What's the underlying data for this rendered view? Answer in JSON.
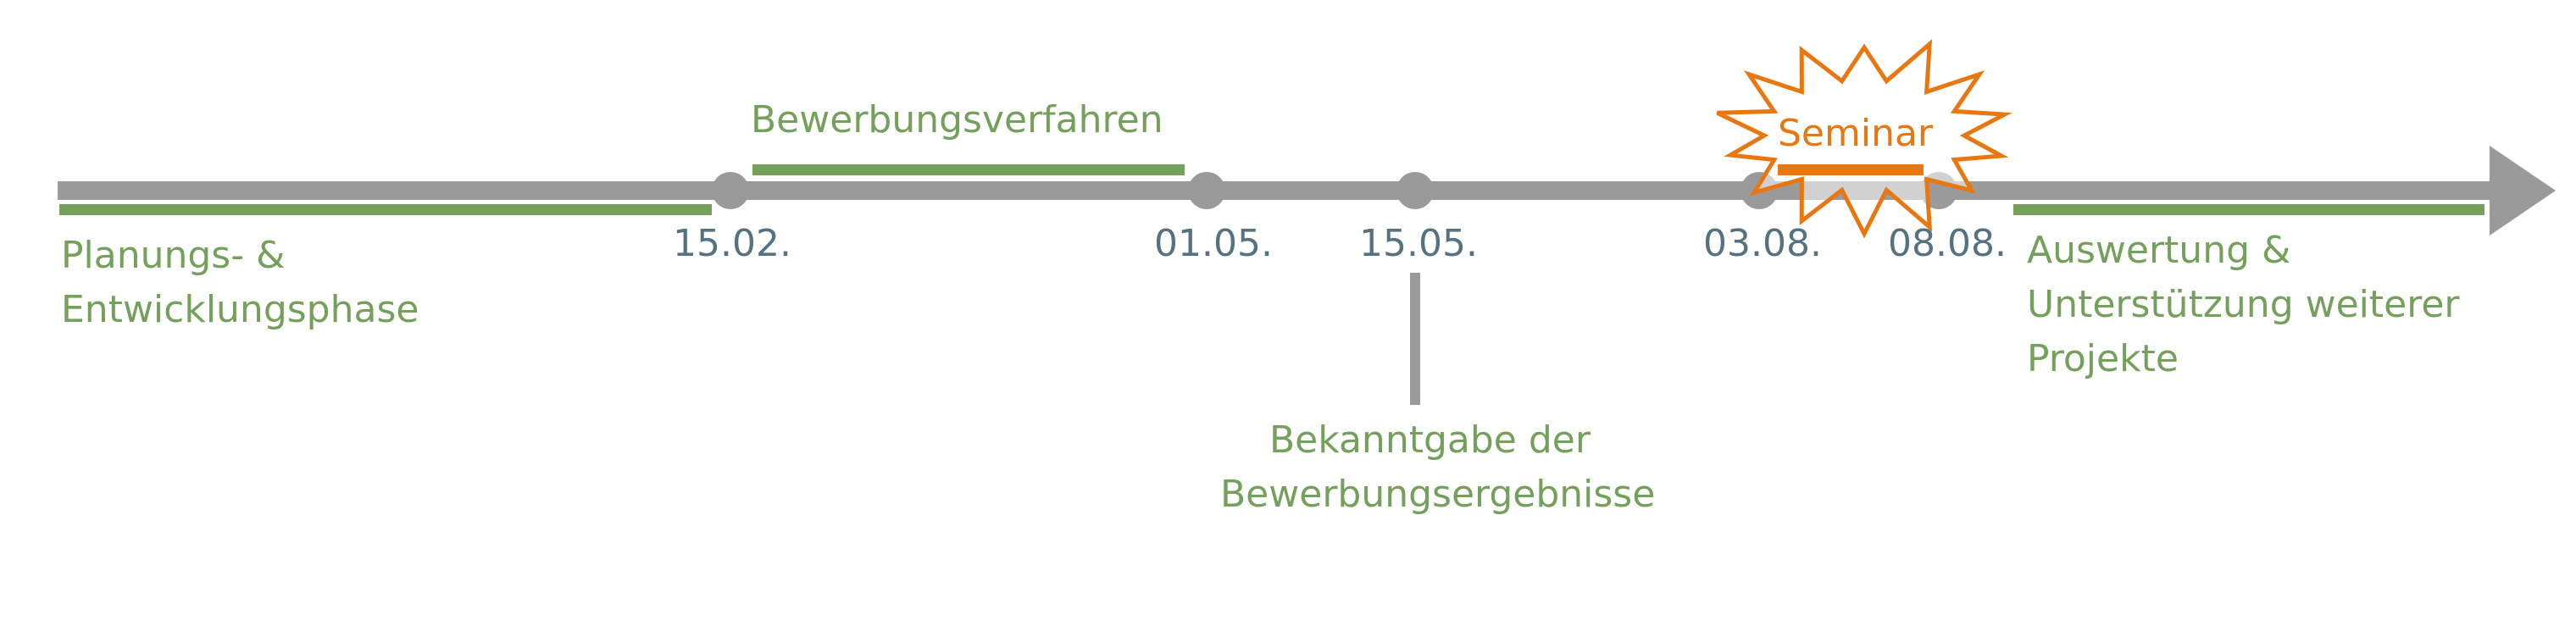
{
  "colors": {
    "axis": "#9a9a9a",
    "phase": "#74a05c",
    "date": "#56717f",
    "seminar": "#e87712",
    "background": "#ffffff"
  },
  "dates": [
    "15.02.",
    "01.05.",
    "15.05.",
    "03.08.",
    "08.08."
  ],
  "phases": {
    "planning": [
      "Planungs- &",
      "Entwicklungsphase"
    ],
    "application": "Bewerbungsverfahren",
    "evaluation": [
      "Auswertung &",
      "Unterstützung weiterer",
      "Projekte"
    ]
  },
  "announcement": [
    "Bekanntgabe der",
    "Bewerbungsergebnisse"
  ],
  "seminar": {
    "label": "Seminar",
    "icon": "starburst-icon"
  }
}
